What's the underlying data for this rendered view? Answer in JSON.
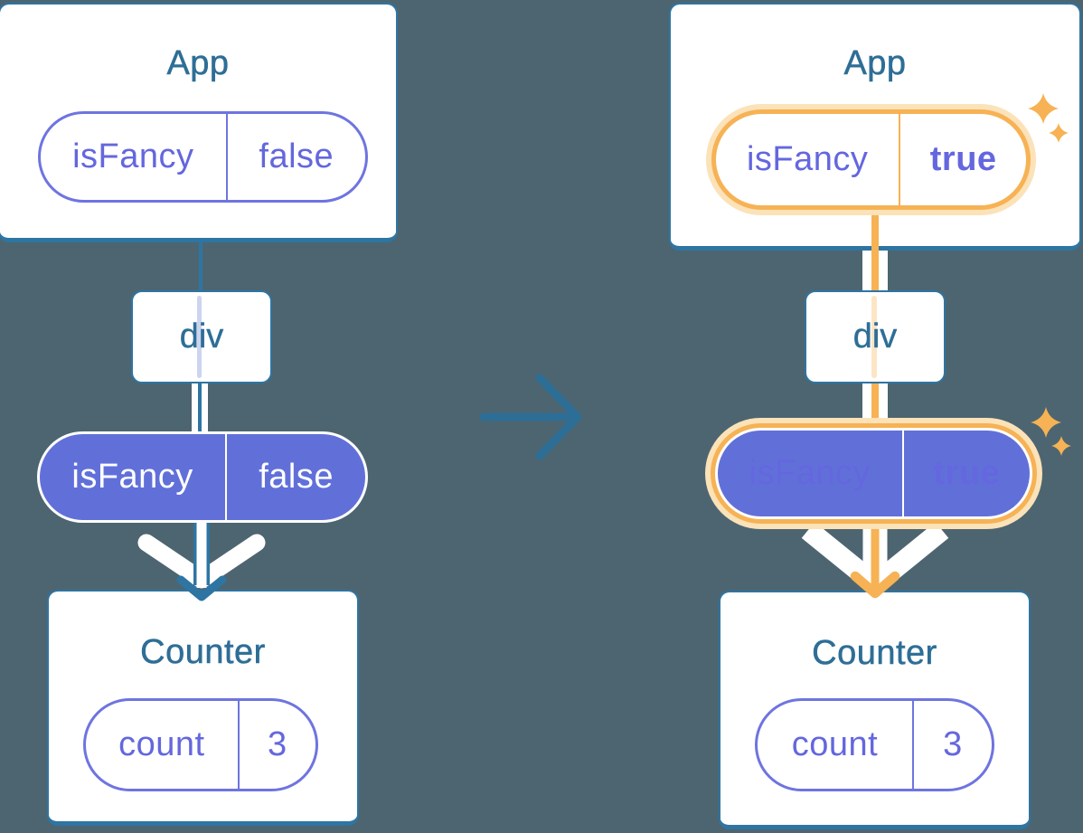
{
  "colors": {
    "background": "#4d6570",
    "card_fill": "#ffffff",
    "card_border": "#2e75a3",
    "title_text": "#2e6e96",
    "purple_text": "#6467de",
    "purple_border": "#6e74e0",
    "purple_fill": "#6170d9",
    "highlight_orange": "#f6b254",
    "highlight_orange_halo": "#fbe2b8",
    "trace_lavender": "#ccd4f0",
    "trace_pale_orange": "#fbe5c4",
    "arrow_blue": "#2d6e97",
    "pass_arrow_white": "#ffffff"
  },
  "icons": {
    "transition_arrow": "right-arrow",
    "sparkles": "four-point-stars",
    "pass_down_arrow": "double-chevron-down-arrow"
  },
  "before_tree": {
    "app_card": {
      "title": "App",
      "prop_pill": {
        "key": "isFancy",
        "value": "false"
      }
    },
    "div_box": {
      "label": "div"
    },
    "passed_prop_pill": {
      "key": "isFancy",
      "value": "false"
    },
    "counter_card": {
      "title": "Counter",
      "state_pill": {
        "key": "count",
        "value": "3"
      }
    }
  },
  "after_tree": {
    "app_card": {
      "title": "App",
      "prop_pill": {
        "key": "isFancy",
        "value": "true"
      }
    },
    "div_box": {
      "label": "div"
    },
    "passed_prop_pill": {
      "key": "isFancy",
      "value": "true"
    },
    "counter_card": {
      "title": "Counter",
      "state_pill": {
        "key": "count",
        "value": "3"
      }
    }
  }
}
